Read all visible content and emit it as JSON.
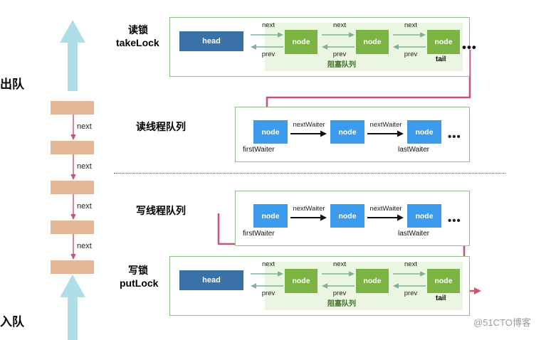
{
  "diagram": {
    "title_hidden": "",
    "watermark": "@51CTO博客",
    "colors": {
      "head_blue": "#3a72a8",
      "node_green": "#7cb342",
      "node_blue": "#3d9bee",
      "block_band": "#eaf6e2",
      "frame_green": "#8fbf8d",
      "queue_box_tan": "#e3b795",
      "big_arrow_cyan": "#aedfe8",
      "connector_pink": "#c4566f",
      "small_arrow_green": "#7fb398",
      "band_text_green": "#3f6e28",
      "watermark_gray": "#9b9b9b"
    }
  },
  "left_column": {
    "top_arrow_label": "出队",
    "bottom_arrow_label": "入队",
    "next_labels": [
      "next",
      "next",
      "next",
      "next"
    ],
    "box_count": 5
  },
  "sections": [
    {
      "id": "take-lock",
      "label_line1": "读锁",
      "label_line2": "takeLock",
      "kind": "blocking-queue",
      "head_label": "head",
      "nodes": [
        "node",
        "node",
        "node"
      ],
      "next_labels": [
        "next",
        "next",
        "next"
      ],
      "prev_labels": [
        "prev",
        "prev",
        "prev"
      ],
      "band_label": "阻塞队列",
      "tail_label": "tail",
      "ellipsis": "•••"
    },
    {
      "id": "read-waiter-queue",
      "label_line1": "读线程队列",
      "label_line2": "",
      "kind": "waiter-queue",
      "nodes": [
        "node",
        "node",
        "node"
      ],
      "link_labels": [
        "nextWaiter",
        "nextWaiter"
      ],
      "first_label": "firstWaiter",
      "last_label": "lastWaiter",
      "ellipsis": "•••"
    },
    {
      "id": "write-waiter-queue",
      "label_line1": "写线程队列",
      "label_line2": "",
      "kind": "waiter-queue",
      "nodes": [
        "node",
        "node",
        "node"
      ],
      "link_labels": [
        "nextWaiter",
        "nextWaiter"
      ],
      "first_label": "firstWaiter",
      "last_label": "lastWaiter",
      "ellipsis": "•••"
    },
    {
      "id": "put-lock",
      "label_line1": "写锁",
      "label_line2": "putLock",
      "kind": "blocking-queue",
      "head_label": "head",
      "nodes": [
        "node",
        "node",
        "node"
      ],
      "next_labels": [
        "next",
        "next",
        "next"
      ],
      "prev_labels": [
        "prev",
        "prev",
        "prev"
      ],
      "band_label": "阻塞队列",
      "tail_label": "tail",
      "ellipsis": "•••"
    }
  ]
}
